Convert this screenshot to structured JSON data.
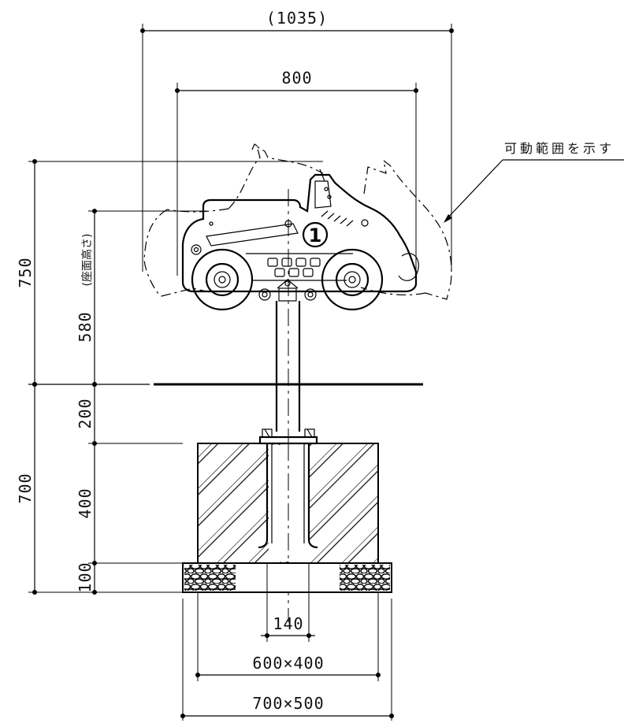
{
  "dimensions": {
    "range_width": "(1035)",
    "body_width": "800",
    "total_height": "750",
    "seat_height": "580",
    "seat_height_note": "(座面高さ)",
    "post_exposed": "200",
    "foundation_total": "700",
    "foundation_block": "400",
    "gravel_layer": "100",
    "anchor_spacing": "140",
    "footing_size": "600×400",
    "gravel_size": "700×500"
  },
  "annotations": {
    "movement_range": "可動範囲を示す"
  },
  "rider": {
    "number": "1"
  }
}
